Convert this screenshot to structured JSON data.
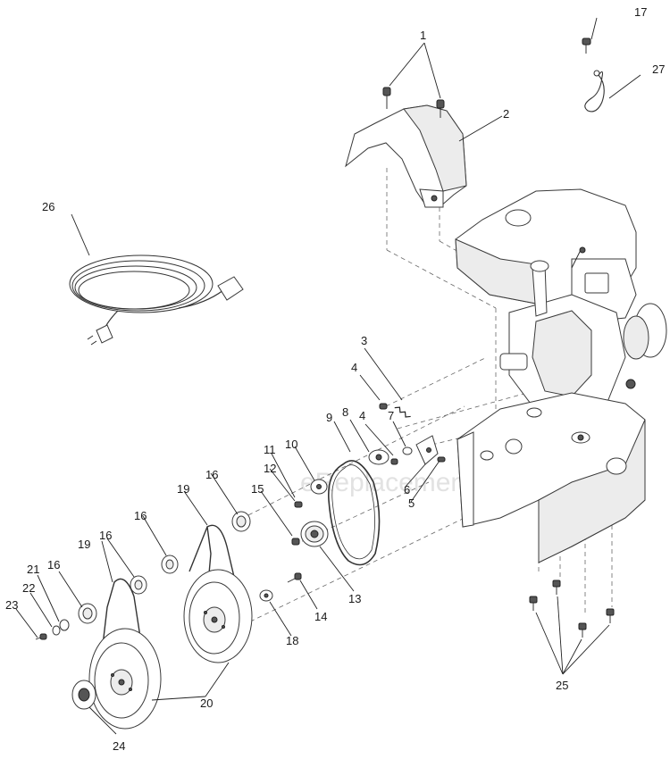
{
  "watermark": "eReplacementParts.com",
  "callouts": {
    "c1": "1",
    "c2": "2",
    "c3": "3",
    "c4a": "4",
    "c4b": "4",
    "c5": "5",
    "c6": "6",
    "c7": "7",
    "c8": "8",
    "c9": "9",
    "c10": "10",
    "c11": "11",
    "c12": "12",
    "c13": "13",
    "c14": "14",
    "c15": "15",
    "c16a": "16",
    "c16b": "16",
    "c16c": "16",
    "c16d": "16",
    "c17": "17",
    "c18": "18",
    "c19a": "19",
    "c19b": "19",
    "c20": "20",
    "c21": "21",
    "c22": "22",
    "c23": "23",
    "c24": "24",
    "c25": "25",
    "c26": "26",
    "c27": "27"
  }
}
